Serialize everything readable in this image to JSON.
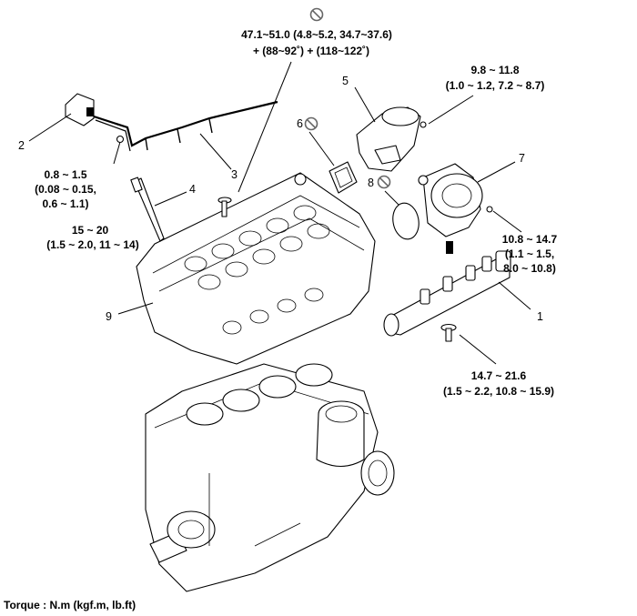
{
  "callouts": {
    "c1": "1",
    "c2": "2",
    "c3": "3",
    "c4": "4",
    "c5": "5",
    "c6": "6",
    "c7": "7",
    "c8": "8",
    "c9": "9"
  },
  "torque": {
    "head_bolt_line1": "47.1~51.0 (4.8~5.2, 34.7~37.6)",
    "head_bolt_line2": "+ (88~92˚) + (118~122˚)",
    "thermostat_line1": "9.8 ~ 11.8",
    "thermostat_line2": "(1.0 ~ 1.2, 7.2 ~ 8.7)",
    "vacuum_pump_line1": "10.8 ~ 14.7",
    "vacuum_pump_line2": "(1.1 ~ 1.5,",
    "vacuum_pump_line3": "8.0 ~ 10.8)",
    "glow_harness_line1": "0.8 ~ 1.5",
    "glow_harness_line2": "(0.08 ~ 0.15,",
    "glow_harness_line3": "0.6 ~ 1.1)",
    "glow_plug_line1": "15 ~ 20",
    "glow_plug_line2": "(1.5 ~ 2.0, 11 ~ 14)",
    "rail_line1": "14.7 ~ 21.6",
    "rail_line2": "(1.5 ~ 2.2, 10.8 ~ 15.9)"
  },
  "footer": {
    "torque_unit": "Torque : N.m (kgf.m, lb.ft)"
  },
  "icons": {
    "no_reuse": "no-reuse-icon"
  }
}
